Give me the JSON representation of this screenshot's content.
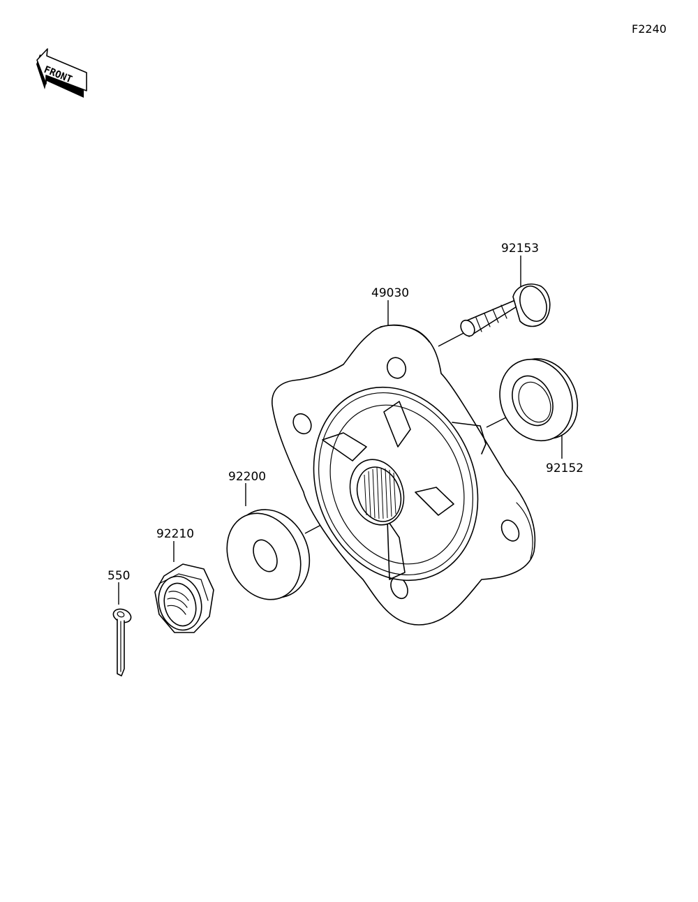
{
  "figure_id": "F2240",
  "front_label": "FRONT",
  "parts": [
    {
      "number": "92153"
    },
    {
      "number": "49030"
    },
    {
      "number": "92152"
    },
    {
      "number": "92200"
    },
    {
      "number": "92210"
    },
    {
      "number": "550"
    }
  ]
}
